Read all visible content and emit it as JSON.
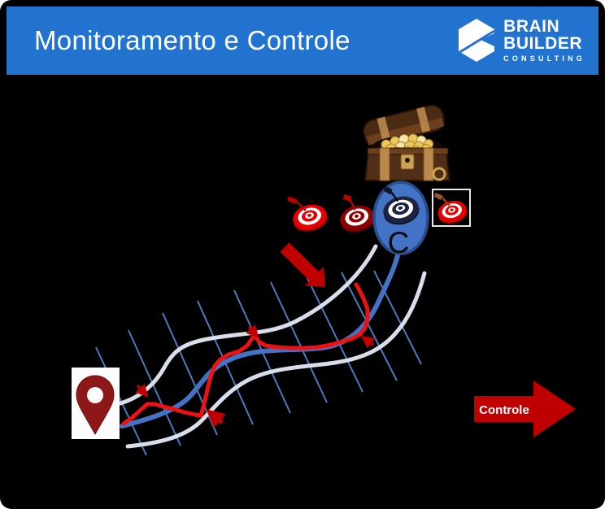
{
  "slide": {
    "title": "Monitoramento e Controle"
  },
  "logo": {
    "name_line1": "BRAIN",
    "name_line2": "BUILDER",
    "tagline": "CONSULTING"
  },
  "diagram": {
    "center_label": "C",
    "control_arrow_label": "Controle"
  },
  "colors": {
    "header_blue": "#2273D0",
    "slide_bg": "#000000",
    "accent_blue": "#4472C4",
    "oval_border": "#274E8D",
    "light_track": "#D8DEEA",
    "diagonal_blue": "#4A7AC0",
    "path_red": "#EE1111",
    "arrow_red": "#C00000",
    "pin_red": "#8E1818",
    "target_bright_red": "#E60000",
    "target_dark_red": "#8B0000",
    "bullseye_navy": "#1B2442",
    "chest_brown": "#512F16",
    "coin_gold": "#EAC75B"
  }
}
